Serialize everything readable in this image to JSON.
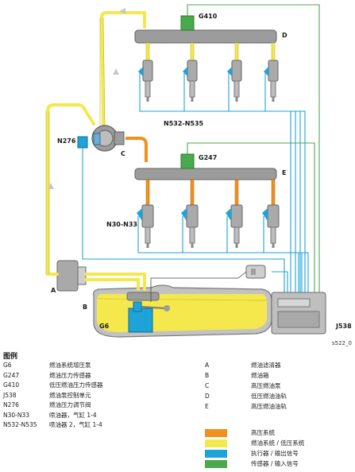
{
  "colors": {
    "high_pressure": "#F0911E",
    "low_pressure": "#F5E84C",
    "actuator": "#1EA3D8",
    "sensor": "#4CA84C",
    "rail_gray": "#9C9C9C"
  },
  "labels": {
    "G410": "G410",
    "D": "D",
    "N532_N535": "N532-N535",
    "N276": "N276",
    "C": "C",
    "G247": "G247",
    "E": "E",
    "N30_N33": "N30-N33",
    "A": "A",
    "B": "B",
    "G6": "G6",
    "J538": "J538",
    "figure_id": "s522_0"
  },
  "legend": {
    "title": "图例",
    "left": [
      {
        "code": "G6",
        "desc": "燃油系统增压泵"
      },
      {
        "code": "G247",
        "desc": "燃油压力传感器"
      },
      {
        "code": "G410",
        "desc": "低压燃油压力传感器"
      },
      {
        "code": "J538",
        "desc": "燃油泵控制单元"
      },
      {
        "code": "N276",
        "desc": "燃油压力调节阀"
      },
      {
        "code": "N30-N33",
        "desc": "喷油器，气缸 1-4"
      },
      {
        "code": "N532-N535",
        "desc": "喷油器 2，气缸 1-4"
      }
    ],
    "right": [
      {
        "code": "A",
        "desc": "燃油滤清器"
      },
      {
        "code": "B",
        "desc": "燃油箱"
      },
      {
        "code": "C",
        "desc": "高压燃油泵"
      },
      {
        "code": "D",
        "desc": "低压燃油油轨"
      },
      {
        "code": "E",
        "desc": "高压燃油油轨"
      }
    ],
    "swatches": [
      {
        "color": "#F0911E",
        "label": "高压系统"
      },
      {
        "color": "#F5E84C",
        "label": "燃油系统 / 低压系统"
      },
      {
        "color": "#1EA3D8",
        "label": "执行器 / 输出信号"
      },
      {
        "color": "#4CA84C",
        "label": "传感器 / 输入信号"
      }
    ]
  }
}
